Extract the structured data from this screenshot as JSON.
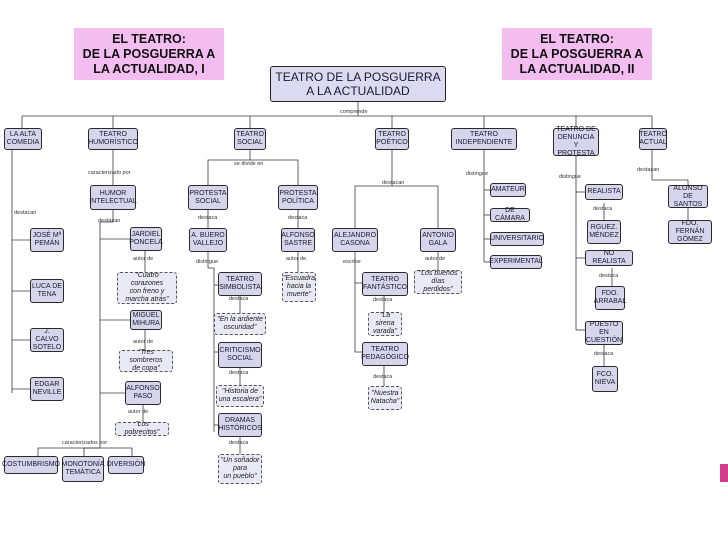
{
  "titles": {
    "left": "EL TEATRO:\nDE LA POSGUERRA A\nLA ACTUALIDAD, I",
    "right": "EL TEATRO:\nDE LA POSGUERRA A\nLA ACTUALIDAD, II"
  },
  "root": "TEATRO DE LA POSGUERRA\nA LA ACTUALIDAD",
  "labels": {
    "comprende": "comprende",
    "se_divide_en": "se divide en",
    "caracterizado_por": "caracterizado por",
    "destacan": "destacan",
    "destaca": "destaca",
    "distingue": "distingue",
    "autor_de": "autor de",
    "escribe": "escribe",
    "caracterizados_por": "caracterizados por"
  },
  "categories": {
    "la_alta_comedia": "LA ALTA\nCOMEDIA",
    "teatro_humoristico": "TEATRO\nHUMORÍSTICO",
    "teatro_social": "TEATRO\nSOCIAL",
    "teatro_poetico": "TEATRO\nPOÉTICO",
    "teatro_independiente": "TEATRO\nINDEPENDIENTE",
    "teatro_denuncia": "TEATRO DE\nDENUNCIA Y\nPROTESTA",
    "teatro_actual": "TEATRO\nACTUAL"
  },
  "nodes": {
    "humor_intelectual": "HUMOR\nINTELECTUAL",
    "protesta_social": "PROTESTA\nSOCIAL",
    "protesta_politica": "PROTESTA\nPOLÍTICA",
    "jose_ma_peman": "JOSÉ Mª\nPEMÁN",
    "luca_de_tena": "LUCA DE\nTENA",
    "calvo_sotelo": "J. CALVO\nSOTELO",
    "edgar_neville": "EDGAR\nNEVILLE",
    "jardiel_poncela": "JARDIEL\nPONCELA",
    "cuatro_corazones": "\"Cuatro corazones\ncon freno y\nmarcha atrás\"",
    "miguel_mihura": "MIGUEL\nMIHURA",
    "tres_sombreros": "\"Tres sombreros\nde copa\"",
    "alfonso_paso": "ALFONSO\nPASO",
    "los_pobrecitos": "\"Los pobrecitos\"",
    "costumbrismo": "COSTUMBRISMO",
    "monotonia_tematica": "MONOTONÍA\nTEMÁTICA",
    "diversion": "DIVERSIÓN",
    "a_buero_vallejo": "A. BUERO\nVALLEJO",
    "teatro_simbolista": "TEATRO\nSIMBOLISTA",
    "en_la_ardiente": "\"En la ardiente\noscuridad\"",
    "criticismo_social": "CRITICISMO\nSOCIAL",
    "historia_escalera": "\"Historia de\nuna escalera\"",
    "dramas_historicos": "DRAMAS\nHISTÓRICOS",
    "un_sonador": "\"Un soñador\npara\nun pueblo\"",
    "alfonso_sastre": "ALFONSO\nSASTRE",
    "escuadra": "\"Escuadra\nhacia la\nmuerte\"",
    "alejandro_casona": "ALEJANDRO\nCASONA",
    "teatro_fantastico": "TEATRO\nFANTÁSTICO",
    "la_sirena_varada": "\"La sirena\nvarada\"",
    "teatro_pedagogico": "TEATRO\nPEDAGÓGICO",
    "nuestra_natacha": "\"Nuestra\nNatacha\"",
    "antonio_gala": "ANTONIO\nGALA",
    "los_buenos_dias": "\"Los buenos\ndías perdidos\"",
    "amateur": "AMATEUR",
    "de_camara": "DE CÁMARA",
    "universitario": "UNIVERSITARIO",
    "experimental": "EXPERIMENTAL",
    "realista": "REALISTA",
    "rguez_mendez": "RGUEZ.\nMÉNDEZ",
    "no_realista": "NO REALISTA",
    "fdo_arrabal": "FDO.\nARRABAL",
    "puesto_en_cuestion": "PUESTO EN\nCUESTIÓN",
    "fco_nieva": "FCO.\nNIEVA",
    "alonso_de_santos": "ALONSO\nDE SANTOS",
    "fdo_fernan_gomez": "FDO. FERNÁN\nGÓMEZ"
  },
  "colors": {
    "node_fill": "#d7d5eb",
    "quote_fill": "#e9e8f5",
    "title_fill": "#f3bdf0",
    "line": "#3a3a3a",
    "accent_mark": "#d63a8a"
  }
}
